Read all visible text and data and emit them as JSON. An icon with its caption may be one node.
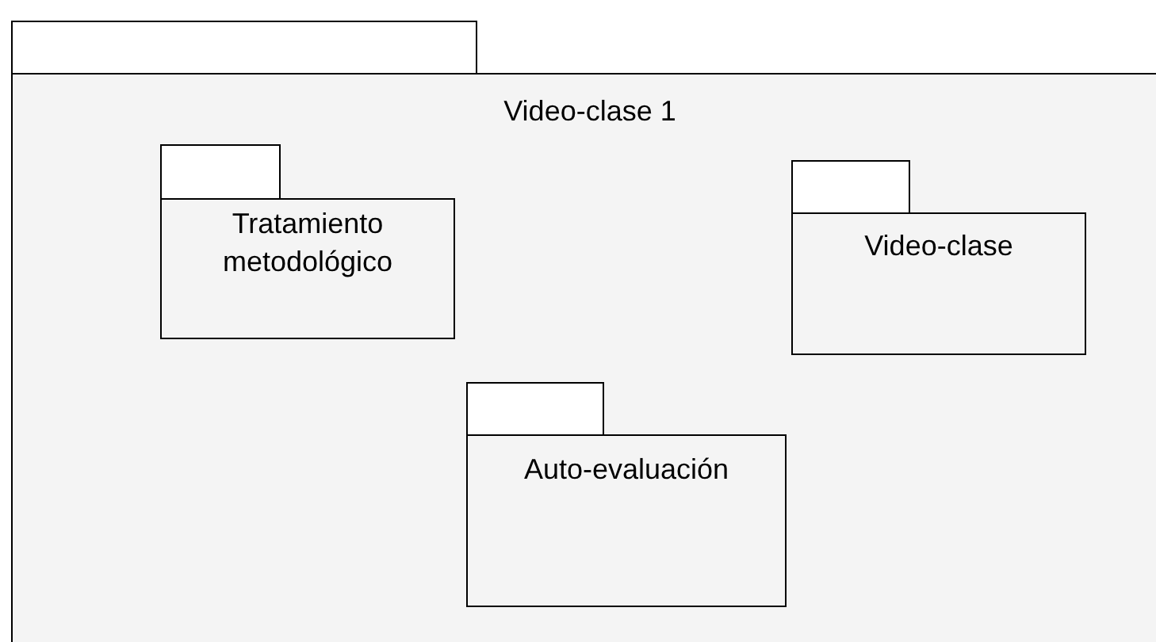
{
  "diagram": {
    "nodes": [
      {
        "text": [
          "Video-clase 1"
        ]
      },
      {
        "text": [
          "Tratamiento metodológico"
        ],
        "in": 0
      },
      {
        "text": [
          "Video-clase"
        ],
        "in": 0
      },
      {
        "text": [
          "Auto-evaluación"
        ],
        "in": 0
      }
    ]
  }
}
